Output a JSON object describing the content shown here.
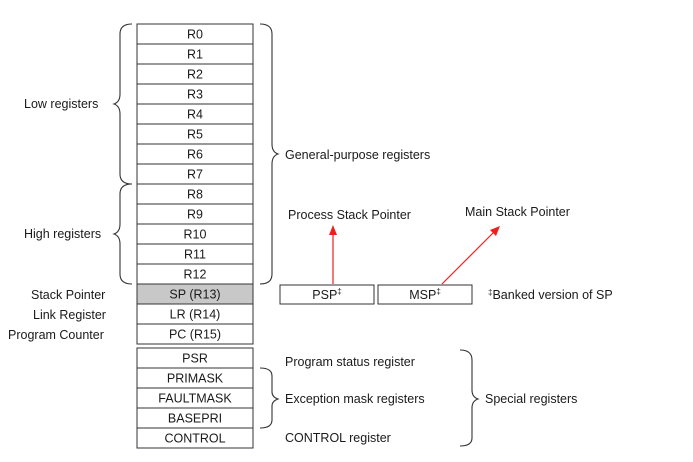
{
  "registers": {
    "general": [
      "R0",
      "R1",
      "R2",
      "R3",
      "R4",
      "R5",
      "R6",
      "R7",
      "R8",
      "R9",
      "R10",
      "R11",
      "R12"
    ],
    "sp": "SP (R13)",
    "lr": "LR (R14)",
    "pc": "PC (R15)",
    "special": [
      "PSR",
      "PRIMASK",
      "FAULTMASK",
      "BASEPRI",
      "CONTROL"
    ]
  },
  "left_labels": {
    "low": "Low registers",
    "high": "High registers",
    "stack_pointer": "Stack Pointer",
    "link_register": "Link Register",
    "program_counter": "Program Counter"
  },
  "right_labels": {
    "general_purpose": "General-purpose registers",
    "psr": "Program status register",
    "exception_mask": "Exception mask registers",
    "control": "CONTROL register",
    "special": "Special registers"
  },
  "banked": {
    "psp": "PSP",
    "msp": "MSP",
    "dagger": "‡",
    "note": "Banked version of SP",
    "process_stack_pointer": "Process Stack Pointer",
    "main_stack_pointer": "Main Stack Pointer"
  },
  "colors": {
    "arrow": "#e8231e",
    "sp_fill": "#c8c8c8"
  }
}
